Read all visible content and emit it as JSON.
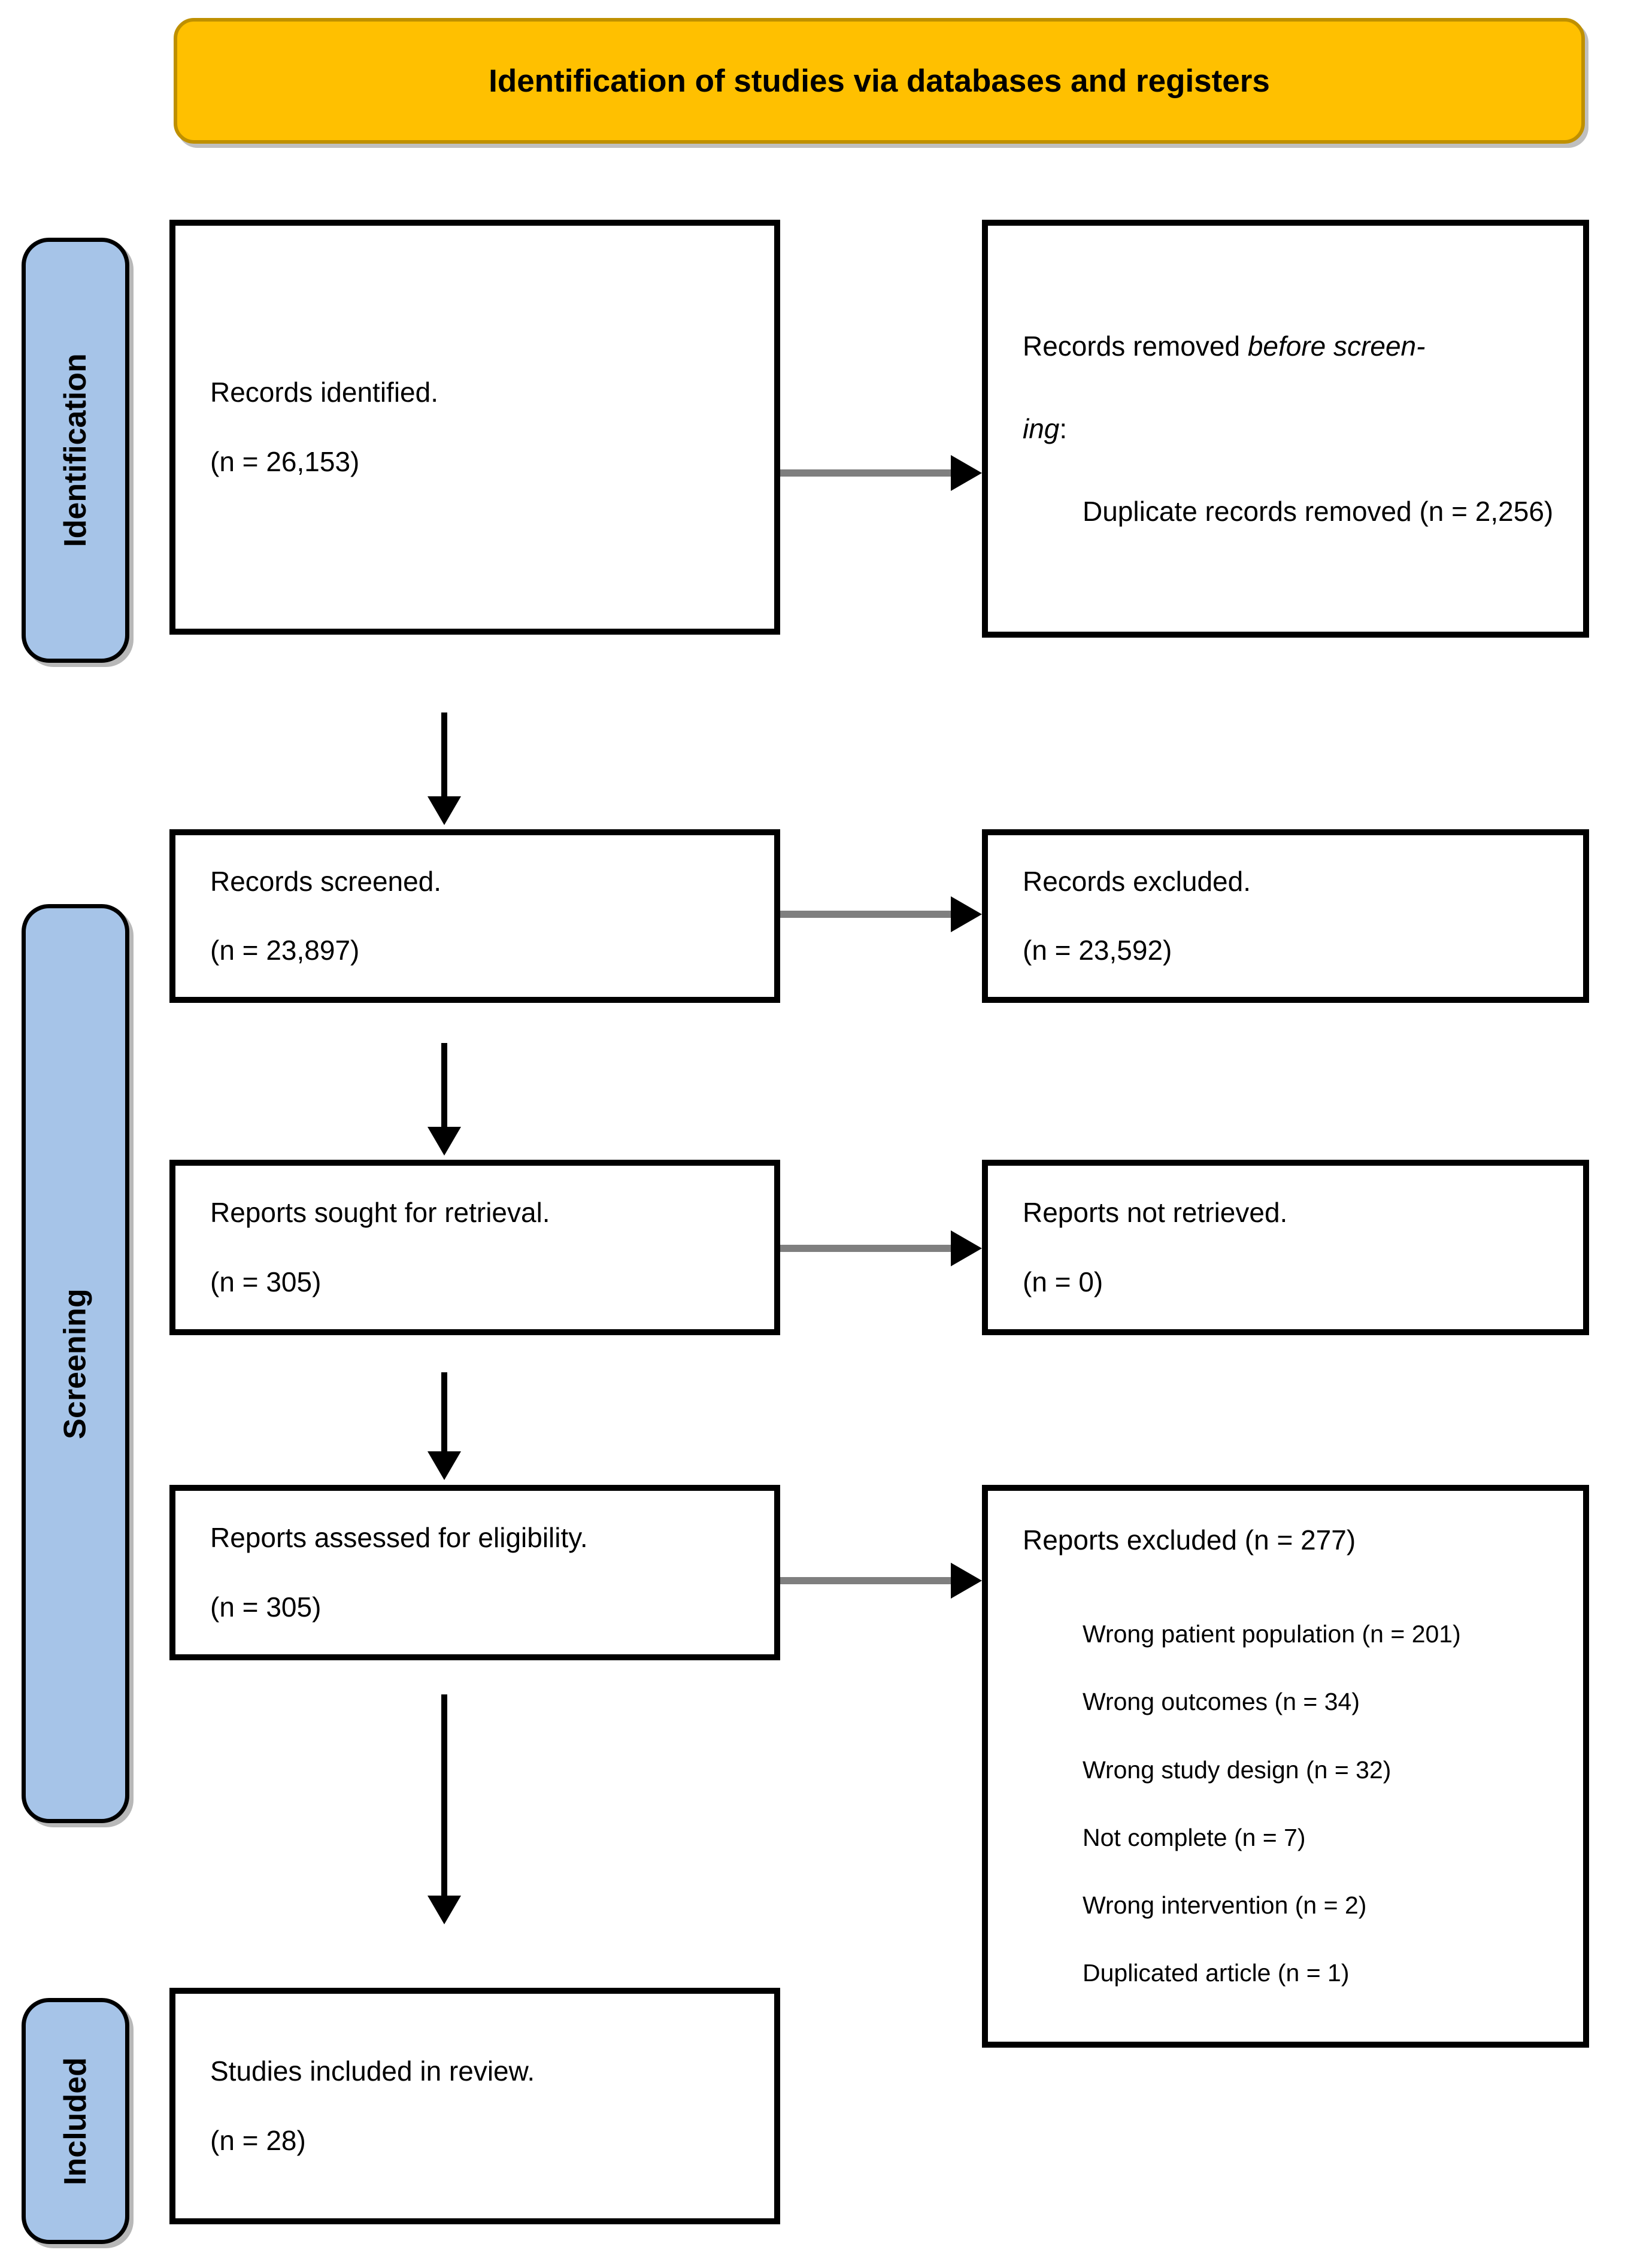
{
  "banner": {
    "title": "Identification of studies via databases and registers"
  },
  "stages": [
    {
      "label": "Identification"
    },
    {
      "label": "Screening"
    },
    {
      "label": "Included"
    }
  ],
  "boxes": {
    "records_identified": {
      "line1": "Records identified.",
      "line2": "(n = 26,153)"
    },
    "records_removed": {
      "line1_prefix": "Records removed ",
      "line1_italic_a": "before screen-",
      "line1_italic_b": "ing",
      "line1_suffix": ":",
      "item": "Duplicate records removed (n = 2,256)"
    },
    "records_screened": {
      "line1": "Records screened.",
      "line2": "(n = 23,897)"
    },
    "records_excluded": {
      "line1": "Records excluded.",
      "line2": "(n = 23,592)"
    },
    "reports_sought": {
      "line1": "Reports sought for retrieval.",
      "line2": "(n = 305)"
    },
    "reports_not_retrieved": {
      "line1": "Reports not retrieved.",
      "line2": "(n = 0)"
    },
    "reports_assessed": {
      "line1": "Reports assessed for eligibility.",
      "line2": "(n = 305)"
    },
    "reports_excluded": {
      "heading": "Reports excluded (n = 277)",
      "reasons": [
        "Wrong patient population (n = 201)",
        "Wrong outcomes (n = 34)",
        "Wrong study design (n = 32)",
        "Not complete (n = 7)",
        "Wrong intervention (n = 2)",
        "Duplicated article (n = 1)"
      ]
    },
    "studies_included": {
      "line1": "Studies included in review.",
      "line2": "(n = 28)"
    }
  },
  "colors": {
    "banner_fill": "#FFC000",
    "banner_border": "#BF9000",
    "stage_fill": "#A6C4E8",
    "box_border": "#000000",
    "arrow_line": "#7F7F7F",
    "arrow_head": "#000000"
  }
}
